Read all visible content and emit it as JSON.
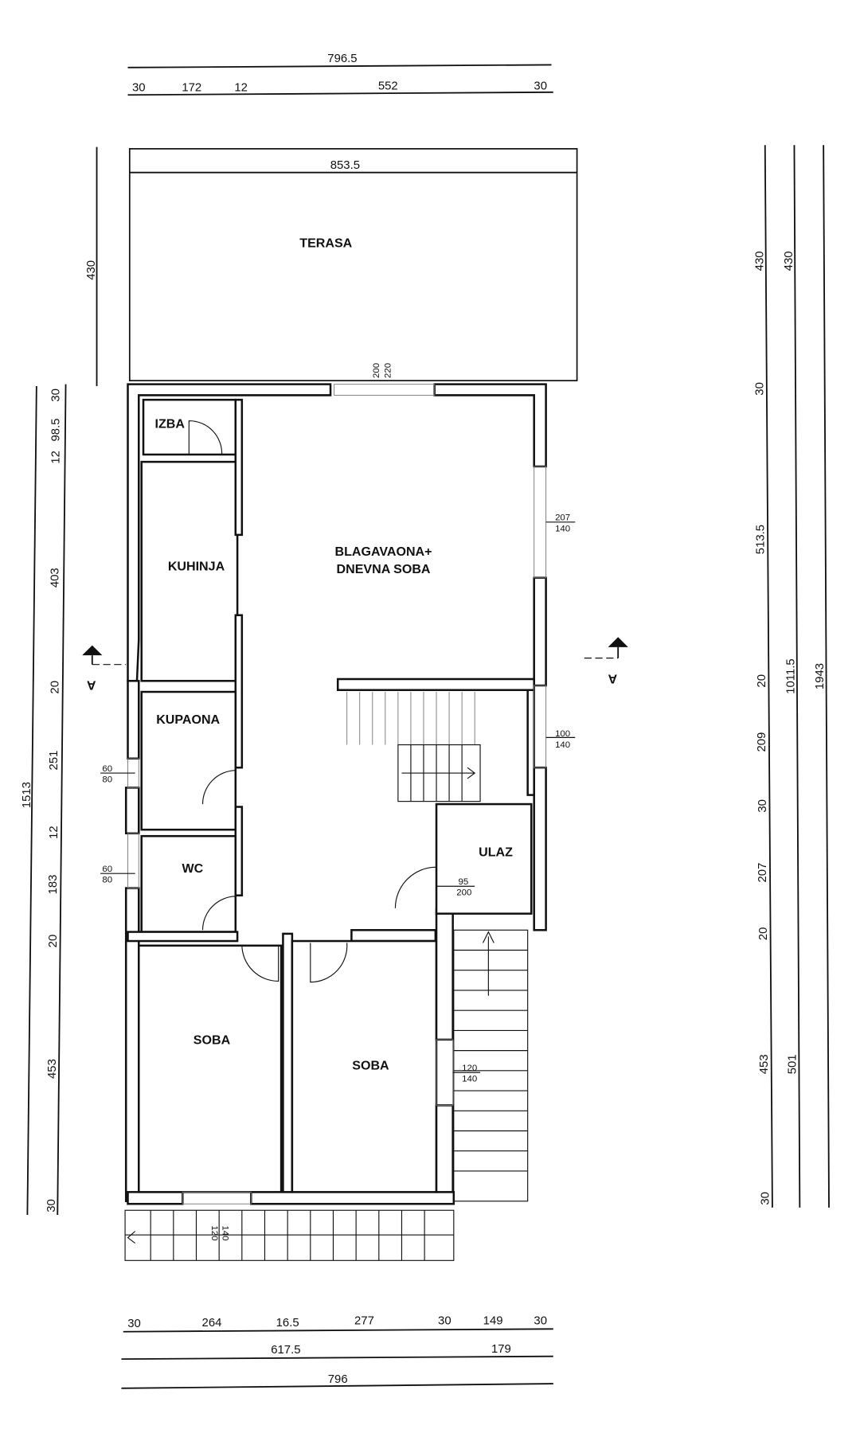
{
  "rooms": {
    "terasa": "TERASA",
    "izba": "IZBA",
    "kuhinja": "KUHINJA",
    "blagavaona_1": "BLAGAVAONA+",
    "blagavaona_2": "DNEVNA SOBA",
    "kupaona": "KUPAONA",
    "wc": "WC",
    "ulaz": "ULAZ",
    "soba_left": "SOBA",
    "soba_right": "SOBA"
  },
  "section_marker": "A",
  "openings": {
    "terrace_door": [
      "200",
      "220"
    ],
    "right_window_top": [
      "207",
      "140"
    ],
    "right_window_stairs": [
      "100",
      "140"
    ],
    "left_window_kupaona": [
      "60",
      "80"
    ],
    "left_window_wc": [
      "60",
      "80"
    ],
    "entry_door": [
      "95",
      "200"
    ],
    "soba_window_right": [
      "120",
      "140"
    ],
    "soba_window_bottom": [
      "120",
      "140"
    ]
  },
  "dimensions": {
    "top_total": "796.5",
    "top_parts": [
      "30",
      "172",
      "12",
      "552",
      "30"
    ],
    "terrace_width": "853.5",
    "terrace_depth": "430",
    "left_total": "1513",
    "left_parts": [
      "30",
      "12",
      "98.5",
      "403",
      "20",
      "251",
      "12",
      "183",
      "20",
      "453",
      "30"
    ],
    "right_parts": [
      "430",
      "30",
      "513.5",
      "20",
      "209",
      "30",
      "207",
      "20",
      "453",
      "30"
    ],
    "right_mid": [
      "430",
      "1011.5",
      "501"
    ],
    "right_total": "1943",
    "bottom_parts": [
      "30",
      "264",
      "16.5",
      "277",
      "30",
      "149",
      "30"
    ],
    "bottom_mid": [
      "617.5",
      "179"
    ],
    "bottom_total": "796"
  }
}
